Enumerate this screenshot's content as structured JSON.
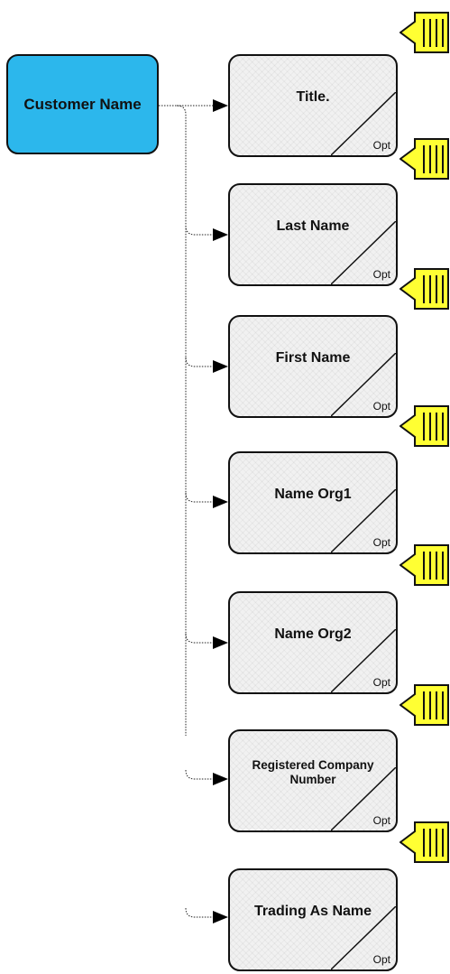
{
  "root": {
    "label": "Customer Name",
    "color": "#2cb7ec"
  },
  "children": [
    {
      "label": "Title.",
      "tag": "Opt"
    },
    {
      "label": "Last Name",
      "tag": "Opt"
    },
    {
      "label": "First Name",
      "tag": "Opt"
    },
    {
      "label": "Name Org1",
      "tag": "Opt"
    },
    {
      "label": "Name Org2",
      "tag": "Opt"
    },
    {
      "label": "Registered Company Number",
      "tag": "Opt"
    },
    {
      "label": "Trading As Name",
      "tag": "Opt"
    }
  ],
  "icons": {
    "note": "yellow-comb-icon",
    "color": "#ffff33"
  }
}
